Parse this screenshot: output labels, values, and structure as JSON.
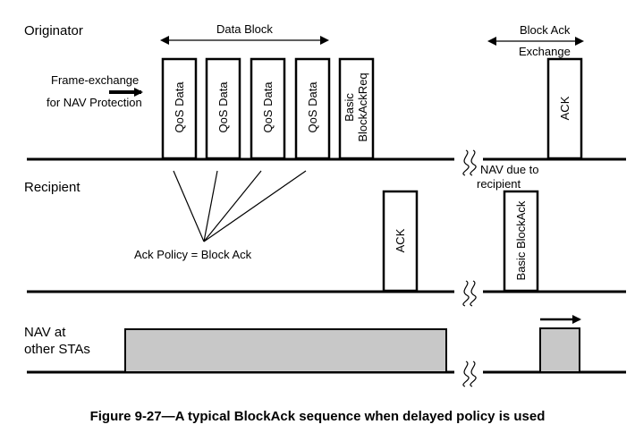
{
  "rows": {
    "originator": "Originator",
    "recipient": "Recipient",
    "nav_line1": "NAV at",
    "nav_line2": "other STAs"
  },
  "labels": {
    "data_block": "Data Block",
    "block_ack_exchange_line1": "Block Ack",
    "block_ack_exchange_line2": "Exchange",
    "frame_exchange_line1": "Frame-exchange",
    "frame_exchange_line2": "for NAV Protection",
    "nav_due_line1": "NAV due to",
    "nav_due_line2": "recipient",
    "ack_policy": "Ack Policy = Block Ack"
  },
  "frames": {
    "qos1": "QoS Data",
    "qos2": "QoS Data",
    "qos3": "QoS Data",
    "qos4": "QoS Data",
    "bar_line1": "Basic",
    "bar_line2": "BlockAckReq",
    "ack_orig": "ACK",
    "ack_recip": "ACK",
    "basic_block_ack": "Basic BlockAck"
  },
  "caption": "Figure 9-27—A typical BlockAck sequence when delayed policy is used",
  "colors": {
    "nav_fill": "#c8c8c8",
    "line": "#000000"
  }
}
